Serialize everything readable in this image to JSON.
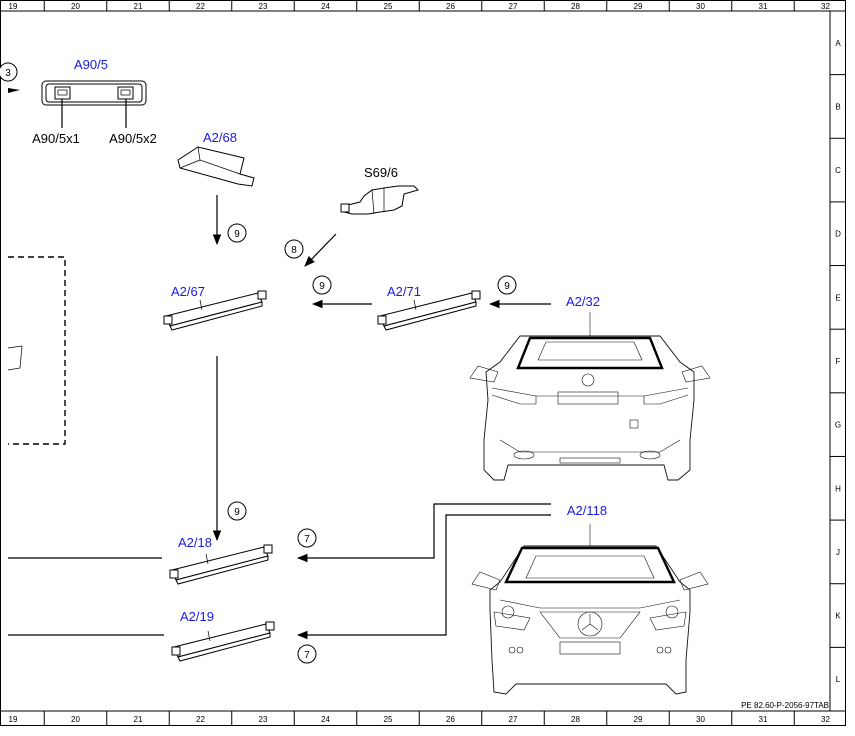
{
  "grid": {
    "columns": [
      "19",
      "20",
      "21",
      "22",
      "23",
      "24",
      "25",
      "26",
      "27",
      "28",
      "29",
      "30",
      "31",
      "32"
    ],
    "rows": [
      "A",
      "B",
      "C",
      "D",
      "E",
      "F",
      "G",
      "H",
      "J",
      "K",
      "L"
    ]
  },
  "labels": {
    "a90_5": "A90/5",
    "a90_5x1": "A90/5x1",
    "a90_5x2": "A90/5x2",
    "a2_68": "A2/68",
    "s69_6": "S69/6",
    "a2_67": "A2/67",
    "a2_71": "A2/71",
    "a2_32": "A2/32",
    "a2_18": "A2/18",
    "a2_118": "A2/118",
    "a2_19": "A2/19",
    "left_ref": "3"
  },
  "badges": {
    "b1": "9",
    "b2": "8",
    "b3": "9",
    "b4": "9",
    "b5": "9",
    "b6": "7",
    "b7": "7"
  },
  "doc_ref": "PE 82.60-P-2056-97TAB",
  "colors": {
    "component_label": "#1a1ae6",
    "line": "#000000"
  }
}
